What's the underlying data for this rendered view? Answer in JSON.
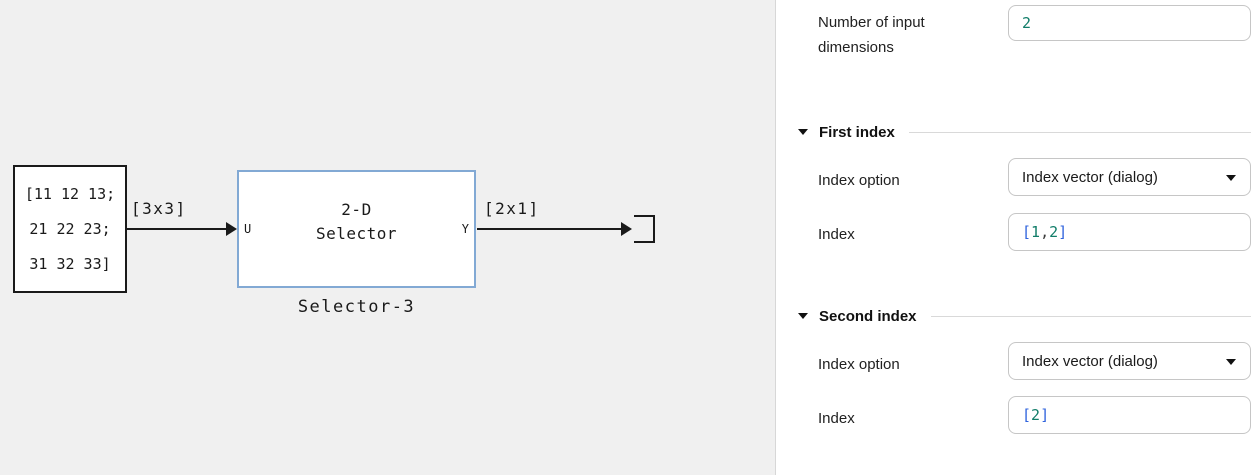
{
  "canvas": {
    "constant_block": {
      "lines": [
        "[11 12 13;",
        "21 22 23;",
        "31 32 33]"
      ]
    },
    "wires": {
      "input_label": "[3x3]",
      "output_label": "[2x1]"
    },
    "selector_block": {
      "title_line1": "2-D",
      "title_line2": "Selector",
      "input_port": "U",
      "output_port": "Y",
      "name": "Selector-3"
    }
  },
  "panel": {
    "param_dimensions": {
      "label": "Number of input dimensions",
      "value": "2"
    },
    "sections": [
      {
        "title": "First index",
        "index_option": {
          "label": "Index option",
          "value": "Index vector (dialog)"
        },
        "index": {
          "label": "Index",
          "open": "[",
          "n1": "1",
          "sep": ", ",
          "n2": "2",
          "close": "]"
        }
      },
      {
        "title": "Second index",
        "index_option": {
          "label": "Index option",
          "value": "Index vector (dialog)"
        },
        "index": {
          "label": "Index",
          "open": "[",
          "n1": "2",
          "sep": "",
          "n2": "",
          "close": "]"
        }
      }
    ]
  },
  "colors": {
    "canvas_bg": "#f0f0f0",
    "selector_border": "#82a9d4",
    "block_border": "#1a1a1a",
    "value_teal": "#117d69",
    "bracket_blue": "#2f63dd",
    "panel_bg": "#ffffff"
  }
}
